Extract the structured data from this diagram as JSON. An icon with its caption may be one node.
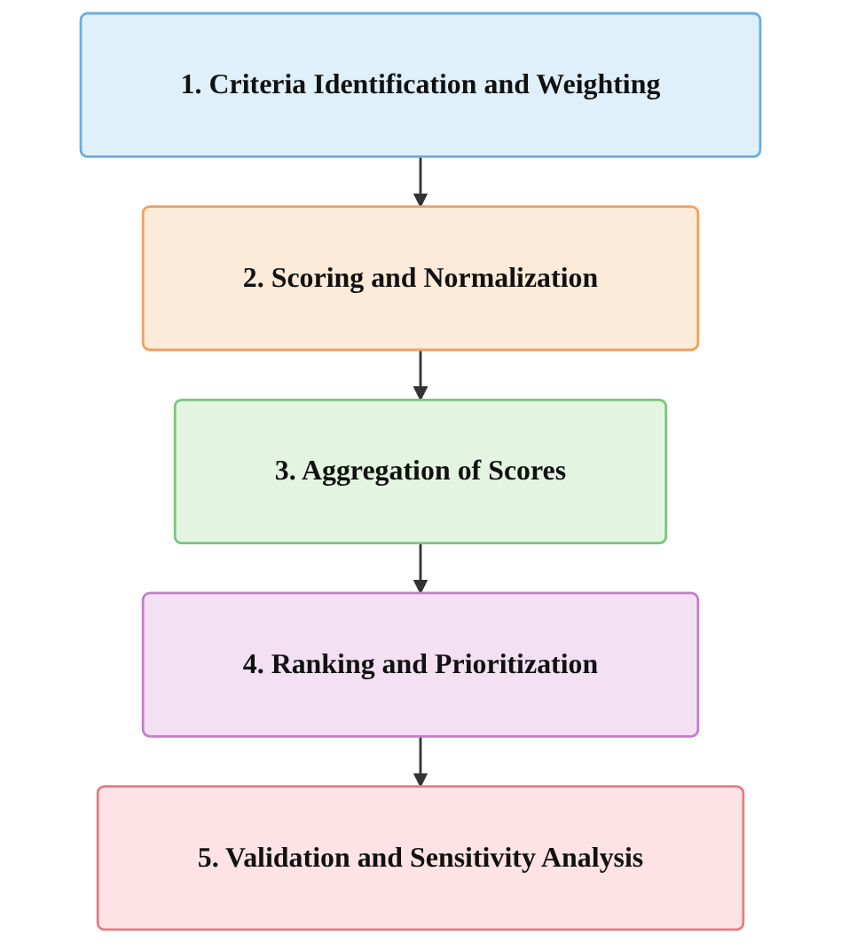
{
  "diagram": {
    "nodes": [
      {
        "text": [
          "1. Criteria Identification and Weighting"
        ]
      },
      {
        "text": [
          "2. Scoring and Normalization"
        ]
      },
      {
        "text": [
          "3. Aggregation of Scores"
        ]
      },
      {
        "text": [
          "4. Ranking and Prioritization"
        ]
      },
      {
        "text": [
          "5. Validation and Sensitivity Analysis"
        ]
      }
    ],
    "edges": [
      {
        "from": 0,
        "to": 1,
        "arrow": "to"
      },
      {
        "from": 1,
        "to": 2,
        "arrow": "to"
      },
      {
        "from": 2,
        "to": 3,
        "arrow": "to"
      },
      {
        "from": 3,
        "to": 4,
        "arrow": "to"
      }
    ]
  }
}
